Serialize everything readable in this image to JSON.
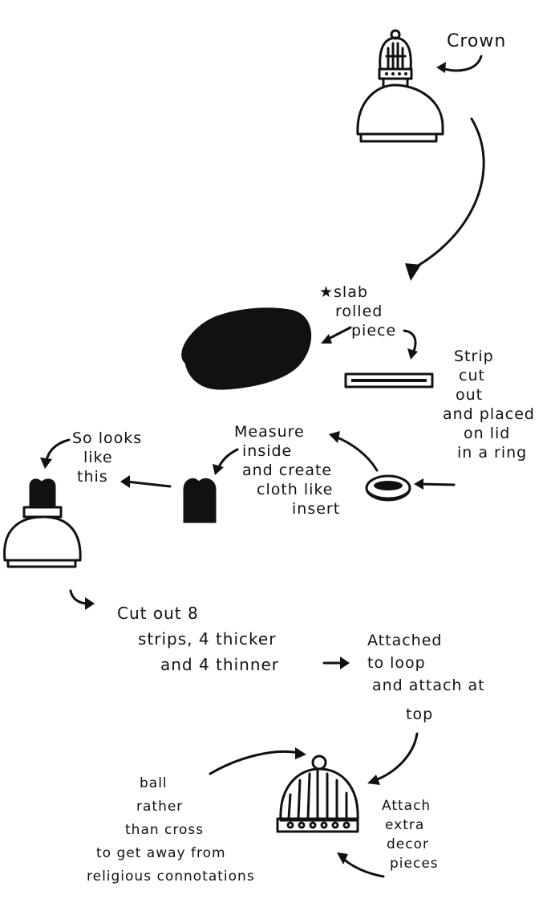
{
  "labels": {
    "crown": "Crown",
    "slab": [
      "★slab",
      "rolled",
      "piece"
    ],
    "strip": [
      "Strip",
      "cut",
      "out",
      "and placed",
      "on lid",
      "in a ring"
    ],
    "measure": [
      "Measure",
      "inside",
      "and create",
      "cloth like",
      "insert"
    ],
    "so_looks": [
      "So looks",
      "like",
      "this"
    ],
    "cut_out": [
      "Cut out 8",
      "strips, 4 thicker",
      "and 4 thinner"
    ],
    "attached": [
      "Attached",
      "to loop",
      "and attach at",
      "top"
    ],
    "ball": [
      "ball",
      "rather",
      "than cross",
      "to get away from",
      "religious connotations"
    ],
    "attach_extra": [
      "Attach",
      "extra",
      "decor",
      "pieces"
    ]
  }
}
